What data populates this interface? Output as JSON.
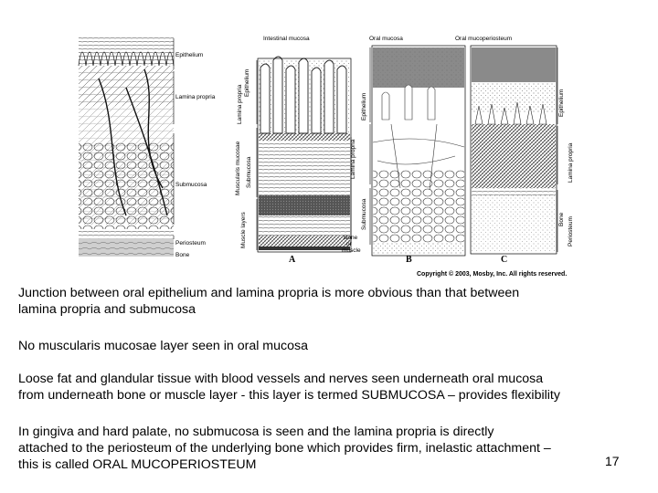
{
  "figure": {
    "left_labels": [
      "Epithelium",
      "Lamina propria",
      "Submucosa",
      "Periosteum",
      "Bone"
    ],
    "panel_a_titles": [
      "Intestinal mucosa"
    ],
    "panel_a_vertical_labels": [
      "Lamina propria",
      "Epithelium",
      "Muscularis mucosae",
      "Submucosa",
      "Muscle layers"
    ],
    "panel_a_bone_label": [
      "Bone",
      "or",
      "muscle"
    ],
    "panel_b_title": "Oral mucosa",
    "panel_b_vertical_labels": [
      "Epithelium",
      "Lamina propria",
      "Submucosa"
    ],
    "panel_c_title": "Oral mucoperiosteum",
    "panel_c_vertical_labels": [
      "Epithelium",
      "Lamina propria",
      "Bone",
      "Periosteum"
    ],
    "panel_letters": [
      "A",
      "B",
      "C"
    ],
    "copyright": "Copyright © 2003, Mosby, Inc. All rights reserved."
  },
  "paragraphs": [
    [
      "Junction between oral epithelium and lamina propria is more obvious than that between",
      "lamina propria and submucosa"
    ],
    [
      "No muscularis mucosae layer seen in oral mucosa"
    ],
    [
      "Loose fat and glandular tissue with blood vessels and nerves seen underneath oral mucosa",
      "from underneath bone or muscle layer - this layer is termed SUBMUCOSA – provides flexibility"
    ],
    [
      "In gingiva and hard palate, no submucosa is seen and the lamina propria is directly",
      "attached to the periosteum of the underlying bone which provides firm, inelastic attachment –",
      "this is called ORAL MUCOPERIOSTEUM"
    ]
  ],
  "page_number": "17"
}
